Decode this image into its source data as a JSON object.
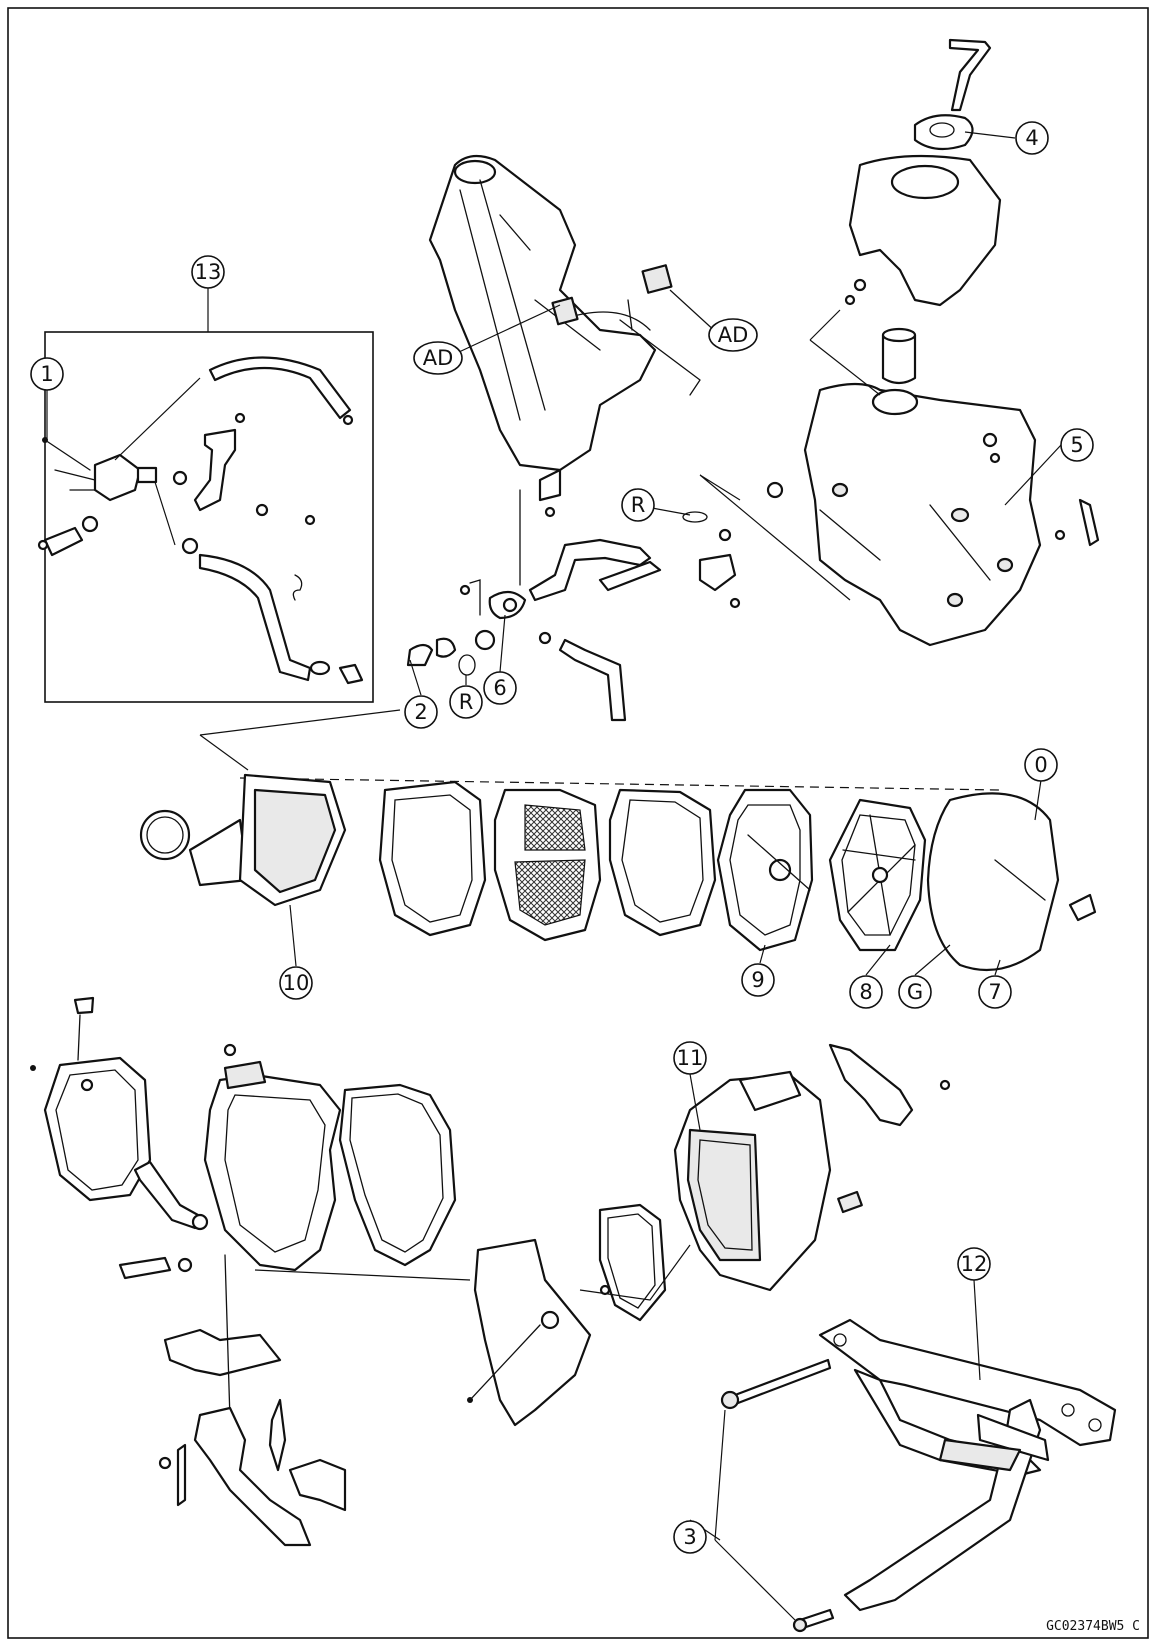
{
  "callouts": {
    "c13": "13",
    "c1": "1",
    "c2": "2",
    "c3": "3",
    "c4": "4",
    "c5": "5",
    "c6": "6",
    "c7": "7",
    "c8": "8",
    "c9": "9",
    "c10": "10",
    "c11": "11",
    "c12": "12",
    "c0": "0",
    "ad1": "AD",
    "ad2": "AD",
    "r1": "R",
    "r2": "R",
    "g": "G"
  },
  "figure_code": "GC02374BW5 C"
}
